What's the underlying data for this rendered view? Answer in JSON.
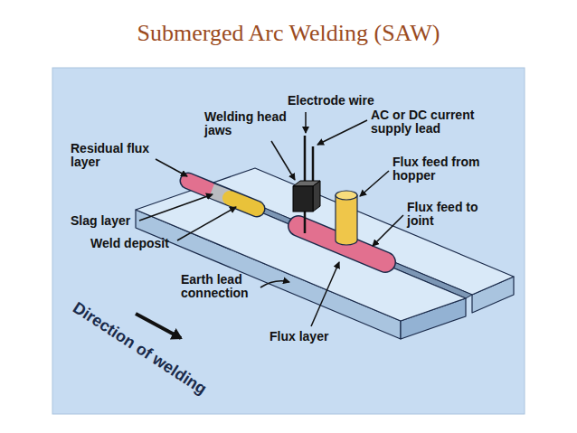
{
  "diagram": {
    "title": "Submerged Arc Welding (SAW)",
    "labels": [
      "Electrode wire",
      "Welding head jaws",
      "AC or DC current supply lead",
      "Residual flux layer",
      "Flux feed from hopper",
      "Slag layer",
      "Flux feed to joint",
      "Weld deposit",
      "Earth lead connection",
      "Flux layer",
      "Direction of welding"
    ]
  }
}
